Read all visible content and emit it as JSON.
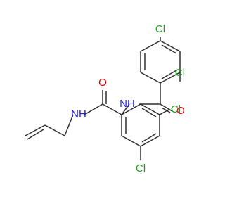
{
  "molecule": {
    "atoms": {
      "cl_top": {
        "label": "Cl",
        "color": "#1f9b1f"
      },
      "cl_ring_ortho": {
        "label": "Cl",
        "color": "#1f9b1f"
      },
      "nh_amide_upper": {
        "label": "NH",
        "color": "#1f1fd2"
      },
      "o_upper": {
        "label": "O",
        "color": "#e10000"
      },
      "o_lower": {
        "label": "O",
        "color": "#e10000"
      },
      "nh_amide_lower": {
        "label": "NH",
        "color": "#1f1fd2"
      },
      "cl_right_ring": {
        "label": "Cl",
        "color": "#1f9b1f"
      },
      "cl_bottom": {
        "label": "Cl",
        "color": "#1f9b1f"
      }
    },
    "colors": {
      "bond": "#2f2f2f",
      "chlorine": "#1f9b1f",
      "oxygen": "#e10000",
      "nitrogen": "#1f1fd2",
      "background": "#ffffff"
    }
  }
}
